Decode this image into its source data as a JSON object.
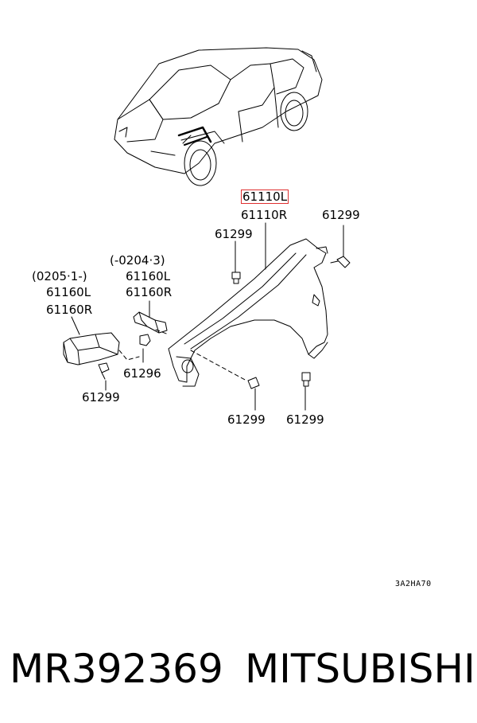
{
  "labels": {
    "part_61110l": "61110L",
    "part_61110r": "61110R",
    "clip_top_right": "61299",
    "clip_top_mid": "61299",
    "range_left": "(0205·1-)",
    "range_mid": "(-0204·3)",
    "bracket_left_l": "61160L",
    "bracket_left_r": "61160R",
    "bracket_mid_l": "61160L",
    "bracket_mid_r": "61160R",
    "nut_61296": "61296",
    "clip_bottom_left": "61299",
    "clip_bottom_mid": "61299",
    "clip_bottom_right": "61299"
  },
  "diagram_code": "3A2HA70",
  "footer": {
    "part_number": "MR392369",
    "brand": "MITSUBISHI"
  },
  "highlight_color": "#e03030"
}
